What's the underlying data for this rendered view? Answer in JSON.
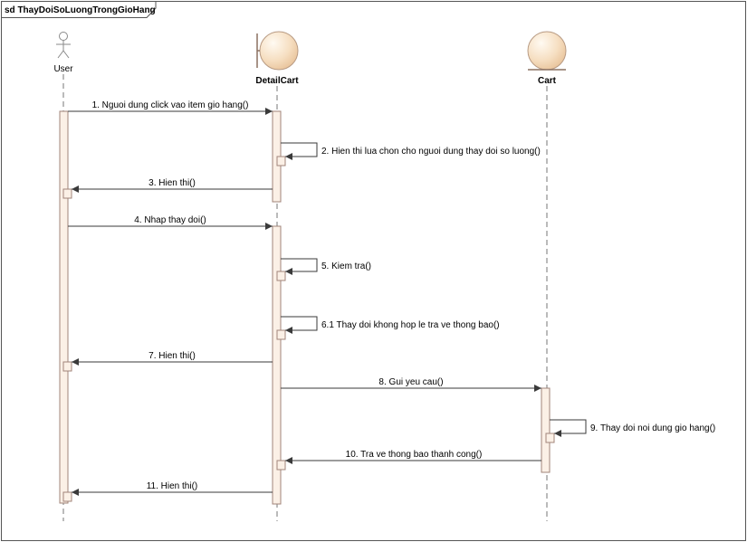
{
  "frame": {
    "title": "sd ThayDoiSoLuongTrongGioHang"
  },
  "lifelines": [
    {
      "name": "User",
      "kind": "actor"
    },
    {
      "name": "DetailCart",
      "kind": "boundary"
    },
    {
      "name": "Cart",
      "kind": "entity"
    }
  ],
  "messages": [
    {
      "label": "1. Nguoi dung click vao item gio hang()",
      "from": "User",
      "to": "DetailCart"
    },
    {
      "label": "2. Hien thi lua chon cho nguoi dung thay doi so luong()",
      "from": "DetailCart",
      "to": "DetailCart"
    },
    {
      "label": "3. Hien thi()",
      "from": "DetailCart",
      "to": "User"
    },
    {
      "label": "4. Nhap thay doi()",
      "from": "User",
      "to": "DetailCart"
    },
    {
      "label": "5. Kiem tra()",
      "from": "DetailCart",
      "to": "DetailCart"
    },
    {
      "label": "6.1 Thay doi khong hop le tra ve thong bao()",
      "from": "DetailCart",
      "to": "DetailCart"
    },
    {
      "label": "7. Hien thi()",
      "from": "DetailCart",
      "to": "User"
    },
    {
      "label": "8. Gui yeu cau()",
      "from": "DetailCart",
      "to": "Cart"
    },
    {
      "label": "9. Thay doi noi dung gio hang()",
      "from": "Cart",
      "to": "Cart"
    },
    {
      "label": "10. Tra ve thong bao thanh cong()",
      "from": "Cart",
      "to": "DetailCart"
    },
    {
      "label": "11. Hien thi()",
      "from": "DetailCart",
      "to": "User"
    }
  ],
  "colors": {
    "activation_fill": "#fbf0e6",
    "activation_stroke": "#a0847a",
    "lifeline_head": "#f5dcc0",
    "line": "#404040"
  }
}
